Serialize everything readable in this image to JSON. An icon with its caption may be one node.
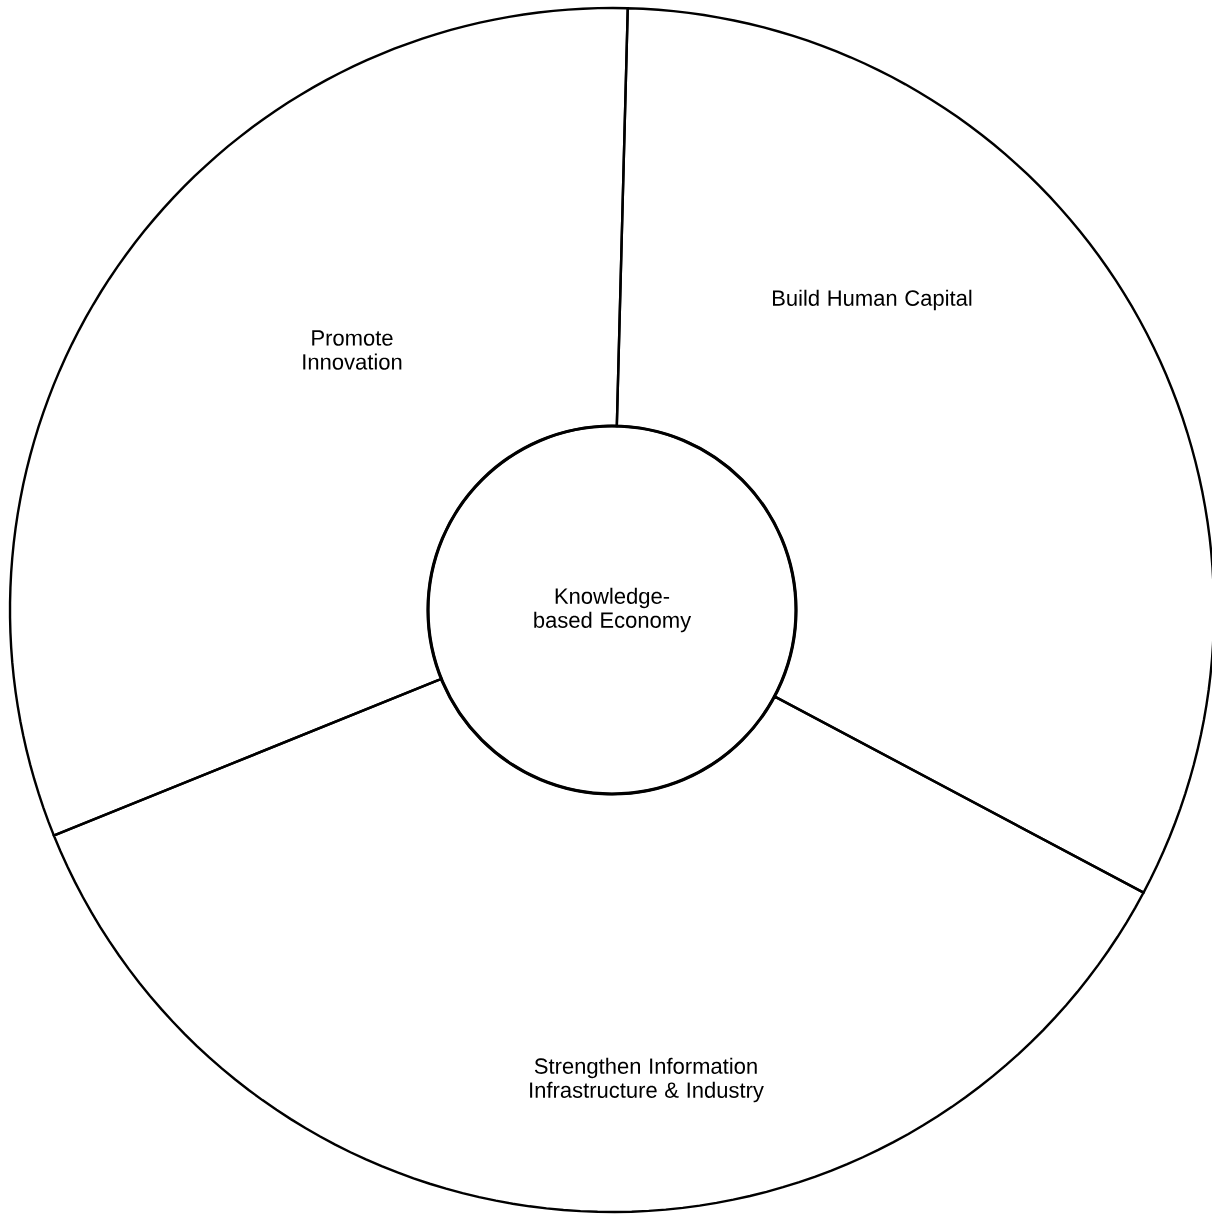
{
  "diagram": {
    "nodes": [
      {
        "text": [
          "Promote Innovation"
        ]
      },
      {
        "text": [
          "Build Human Capital"
        ]
      },
      {
        "text": [
          "Knowledge-based Economy"
        ]
      },
      {
        "text": [
          "Strengthen Information Infrastructure & Industry"
        ]
      }
    ]
  }
}
